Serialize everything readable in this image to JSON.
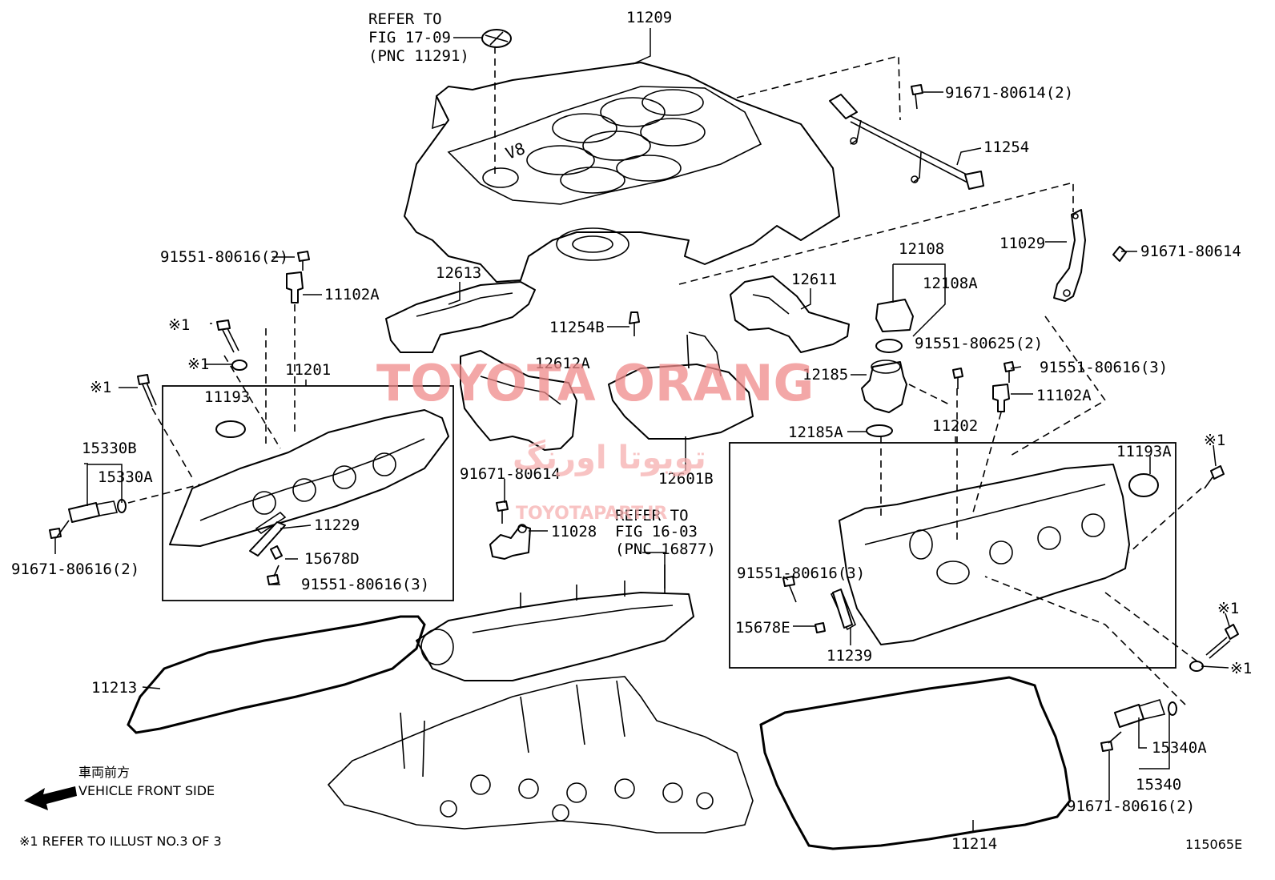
{
  "refs": {
    "fig_17_09": [
      "REFER TO",
      "FIG 17-09",
      "(PNC 11291)"
    ],
    "fig_16_03": [
      "REFER TO",
      "FIG 16-03",
      "(PNC 16877)"
    ]
  },
  "callouts": {
    "p11209": "11209",
    "p91671_80614_2": "91671-80614(2)",
    "p11254": "11254",
    "p11029": "11029",
    "p91671_80614_r": "91671-80614",
    "p91551_80616_2": "91551-80616(2)",
    "p11102A_l": "11102A",
    "p12613": "12613",
    "p12108": "12108",
    "p12108A": "12108A",
    "p12611": "12611",
    "p11254B": "11254B",
    "p91551_80625_2": "91551-80625(2)",
    "p91551_80616_3_r": "91551-80616(3)",
    "p11102A_r": "11102A",
    "mark1_a": "※1",
    "mark1_b": "※1",
    "mark1_c": "※1",
    "mark1_d": "※1",
    "mark1_e": "※1",
    "mark1_f": "※1",
    "p11201": "11201",
    "p12612A": "12612A",
    "p12185": "12185",
    "p11193": "11193",
    "p11202": "11202",
    "p12185A": "12185A",
    "p15330B": "15330B",
    "p15330A": "15330A",
    "p11193A": "11193A",
    "p91671_80614_m": "91671-80614",
    "p12601B": "12601B",
    "p11229": "11229",
    "p11028": "11028",
    "p91551_80616_3_b": "91551-80616(3)",
    "p15678E": "15678E",
    "p91671_80616_2_l": "91671-80616(2)",
    "p15678D": "15678D",
    "p91551_80616_3_l": "91551-80616(3)",
    "p11239": "11239",
    "p11213": "11213",
    "p15340A": "15340A",
    "p15340": "15340",
    "p91671_80616_2_r": "91671-80616(2)",
    "p11214": "11214"
  },
  "cover_badge": "V8",
  "watermark": {
    "title": "TOYOTA ORANG",
    "arabic": "تویوتا اورنگ",
    "site": "TOYOTAPART.IR",
    "color": "#f08a8a"
  },
  "legend": {
    "front_jp": "車両前方",
    "front_en": "VEHICLE FRONT SIDE",
    "footnote": "※1 REFER TO ILLUST NO.3 OF 3"
  },
  "diagram_id": "115065E"
}
